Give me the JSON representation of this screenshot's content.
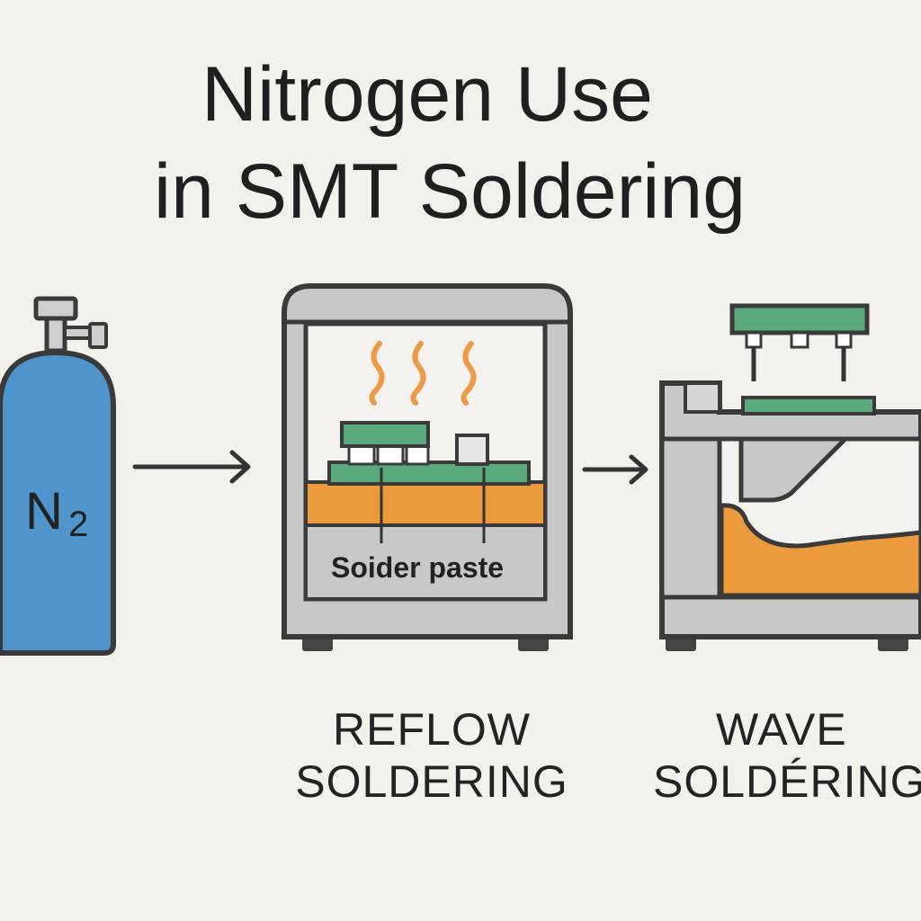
{
  "title": {
    "line1": "Nitrogen Use",
    "line2": "in SMT Soldering"
  },
  "cylinder": {
    "label": "N",
    "subscript": "2"
  },
  "reflow": {
    "paste_label": "Soider paste",
    "caption_line1": "REFLOW",
    "caption_line2": "SOLDERING"
  },
  "wave": {
    "caption_line1": "WAVE",
    "caption_line2": "SOLDÉRING"
  },
  "colors": {
    "background": "#f2f1ec",
    "outline": "#3a3a3a",
    "cylinder_blue": "#4f95cc",
    "machine_gray": "#c4c4c4",
    "pcb_green": "#5aaa7e",
    "solder_orange": "#ec9a3e",
    "heat_orange": "#ee9a45"
  },
  "icons": [
    "nitrogen-cylinder-icon",
    "arrow-right-icon",
    "reflow-oven-icon",
    "heat-wave-icon",
    "wave-soldering-machine-icon"
  ]
}
